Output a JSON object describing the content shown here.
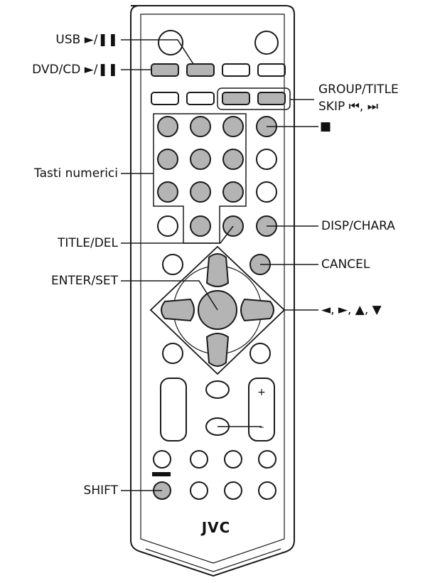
{
  "labels": {
    "usb": "USB ►/❚❚",
    "dvd_cd": "DVD/CD ►/❚❚",
    "group_title": "GROUP/TITLE",
    "skip": "SKIP ⏮, ⏭",
    "stop": "■",
    "numeric": "Tasti numerici",
    "disp_chara": "DISP/CHARA",
    "title_del": "TITLE/DEL",
    "cancel": "CANCEL",
    "enter_set": "ENTER/SET",
    "arrows": "◄, ►, ▲, ▼",
    "shift": "SHIFT"
  },
  "remote": {
    "brand": "JVC",
    "plus": "+",
    "minus": "–"
  },
  "colors": {
    "highlighted_button": "#b4b4b4",
    "outline": "#1a1a1a"
  }
}
